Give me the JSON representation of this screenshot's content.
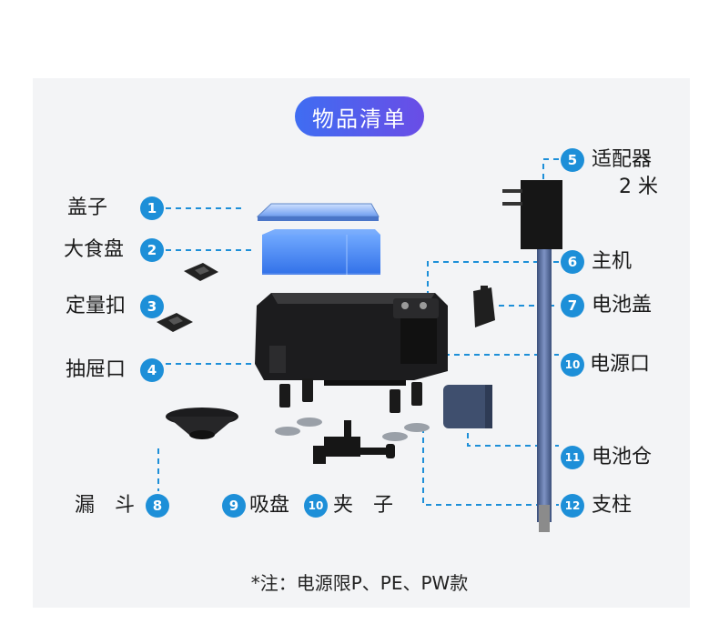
{
  "title": "物品清单",
  "items": [
    {
      "num": "1",
      "label": "盖子"
    },
    {
      "num": "2",
      "label": "大食盘"
    },
    {
      "num": "3",
      "label": "定量扣"
    },
    {
      "num": "4",
      "label": "抽屉口"
    },
    {
      "num": "5",
      "label": "适配器"
    },
    {
      "num": "6",
      "label": "主机"
    },
    {
      "num": "7",
      "label": "电池盖"
    },
    {
      "num": "8",
      "label": "漏　斗"
    },
    {
      "num": "9",
      "label": "吸盘"
    },
    {
      "num": "10",
      "label": "夹　子"
    },
    {
      "num": "10",
      "label": "电源口"
    },
    {
      "num": "11",
      "label": "电池仓"
    },
    {
      "num": "12",
      "label": "支柱"
    }
  ],
  "adapter_spec": "2 米",
  "note": "*注：电源限P、PE、PW款",
  "colors": {
    "accent": "#1d8fd8",
    "title_start": "#3f6df2",
    "title_end": "#6a4de6"
  }
}
